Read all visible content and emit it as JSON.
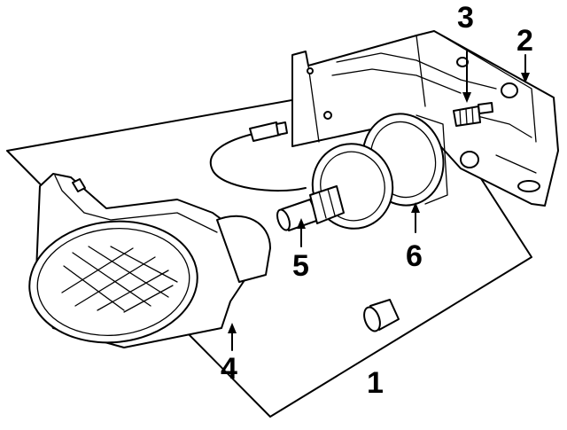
{
  "diagram": {
    "callouts": [
      {
        "id": "callout-1",
        "label": "1"
      },
      {
        "id": "callout-2",
        "label": "2"
      },
      {
        "id": "callout-3",
        "label": "3"
      },
      {
        "id": "callout-4",
        "label": "4"
      },
      {
        "id": "callout-5",
        "label": "5"
      },
      {
        "id": "callout-6",
        "label": "6"
      }
    ],
    "colors": {
      "line": "#000000",
      "background": "#ffffff"
    }
  }
}
